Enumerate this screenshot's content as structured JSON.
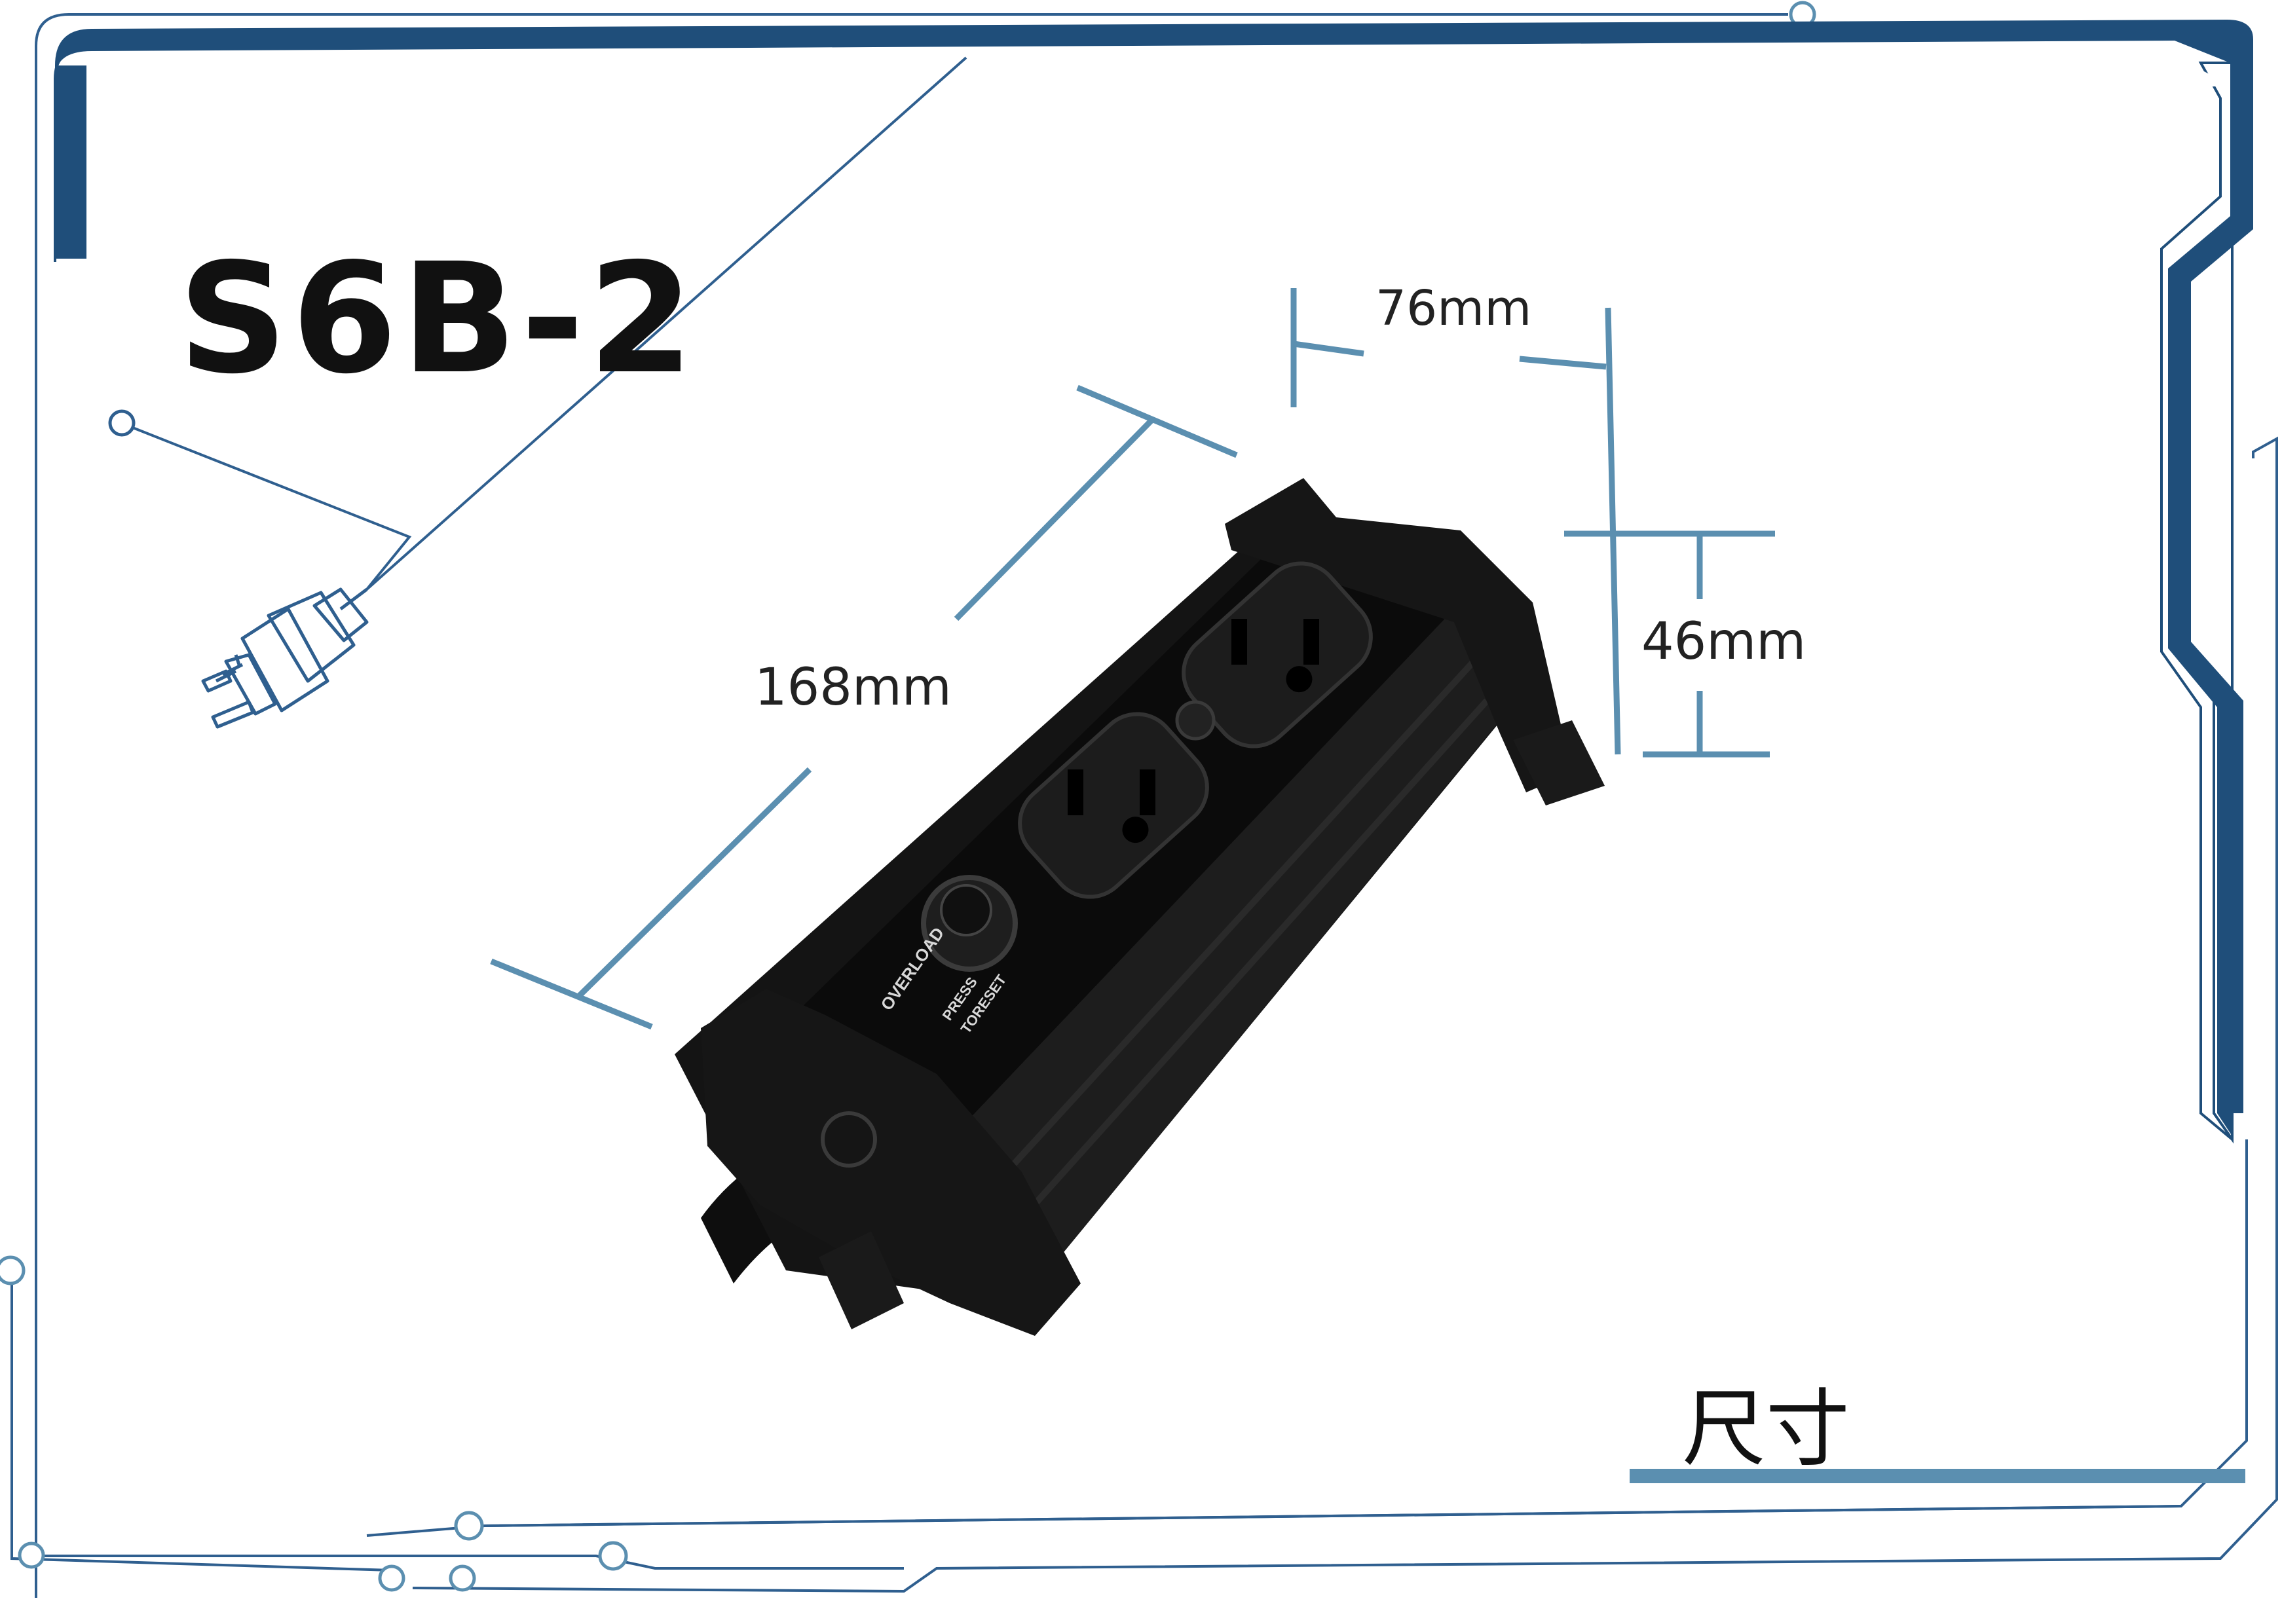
{
  "product": {
    "model": "S6B-2",
    "section_label": "尺寸"
  },
  "dimensions": {
    "length": "168mm",
    "width": "76mm",
    "height": "46mm"
  },
  "device_labels": {
    "overload": "OVERLOAD",
    "press": "PRESS",
    "to_reset": "TORESET"
  },
  "colors": {
    "frame_dark_blue": "#1f4e7a",
    "frame_line_blue": "#2f5f8f",
    "dimension_line": "#5b8fb0",
    "product_black": "#141414"
  },
  "icons": {
    "plug": "plug-icon",
    "power_strip": "power-strip-image"
  }
}
